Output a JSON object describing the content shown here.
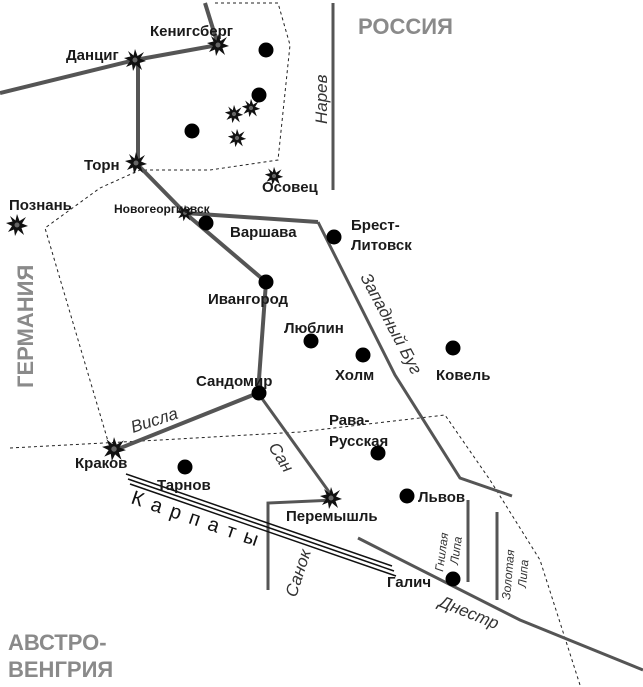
{
  "countries": {
    "russia": "РОССИЯ",
    "germany": "ГЕРМАНИЯ",
    "austria_line1": "АВСТРО-",
    "austria_line2": "ВЕНГРИЯ"
  },
  "cities": {
    "konigsberg": "Кенигсберг",
    "danzig": "Данциг",
    "thorn": "Торн",
    "posen": "Познань",
    "osowiec": "Осовец",
    "novogeorgievsk": "Новогеоргиевск",
    "warsaw": "Варшава",
    "brest_line1": "Брест-",
    "brest_line2": "Литовск",
    "ivangorod": "Ивангород",
    "lublin": "Люблин",
    "kholm": "Холм",
    "kovel": "Ковель",
    "sandomir": "Сандомир",
    "rava_line1": "Рава-",
    "rava_line2": "Русская",
    "krakow": "Краков",
    "tarnow": "Тарнов",
    "lvov": "Львов",
    "przemysl": "Перемышль",
    "galich": "Галич"
  },
  "rivers": {
    "narew": "Нарев",
    "western_bug": "Западный Буг",
    "vistula": "Висла",
    "san": "Сан",
    "sanok": "Санок",
    "gnila_lipa_line1": "Гнилая",
    "gnila_lipa_line2": "Липа",
    "zolota_lipa_line1": "Золотая",
    "zolota_lipa_line2": "Липа",
    "dniester": "Днестр"
  },
  "mountains": {
    "carpathians": "Карпаты"
  },
  "colors": {
    "front_line": "#555555",
    "river_line": "#555555",
    "border_dash": "#222222",
    "city_dot": "#000000",
    "country_label": "#8a8a8a"
  },
  "icons": {
    "fortress": "star-burst-icon",
    "city": "filled-circle-icon"
  }
}
